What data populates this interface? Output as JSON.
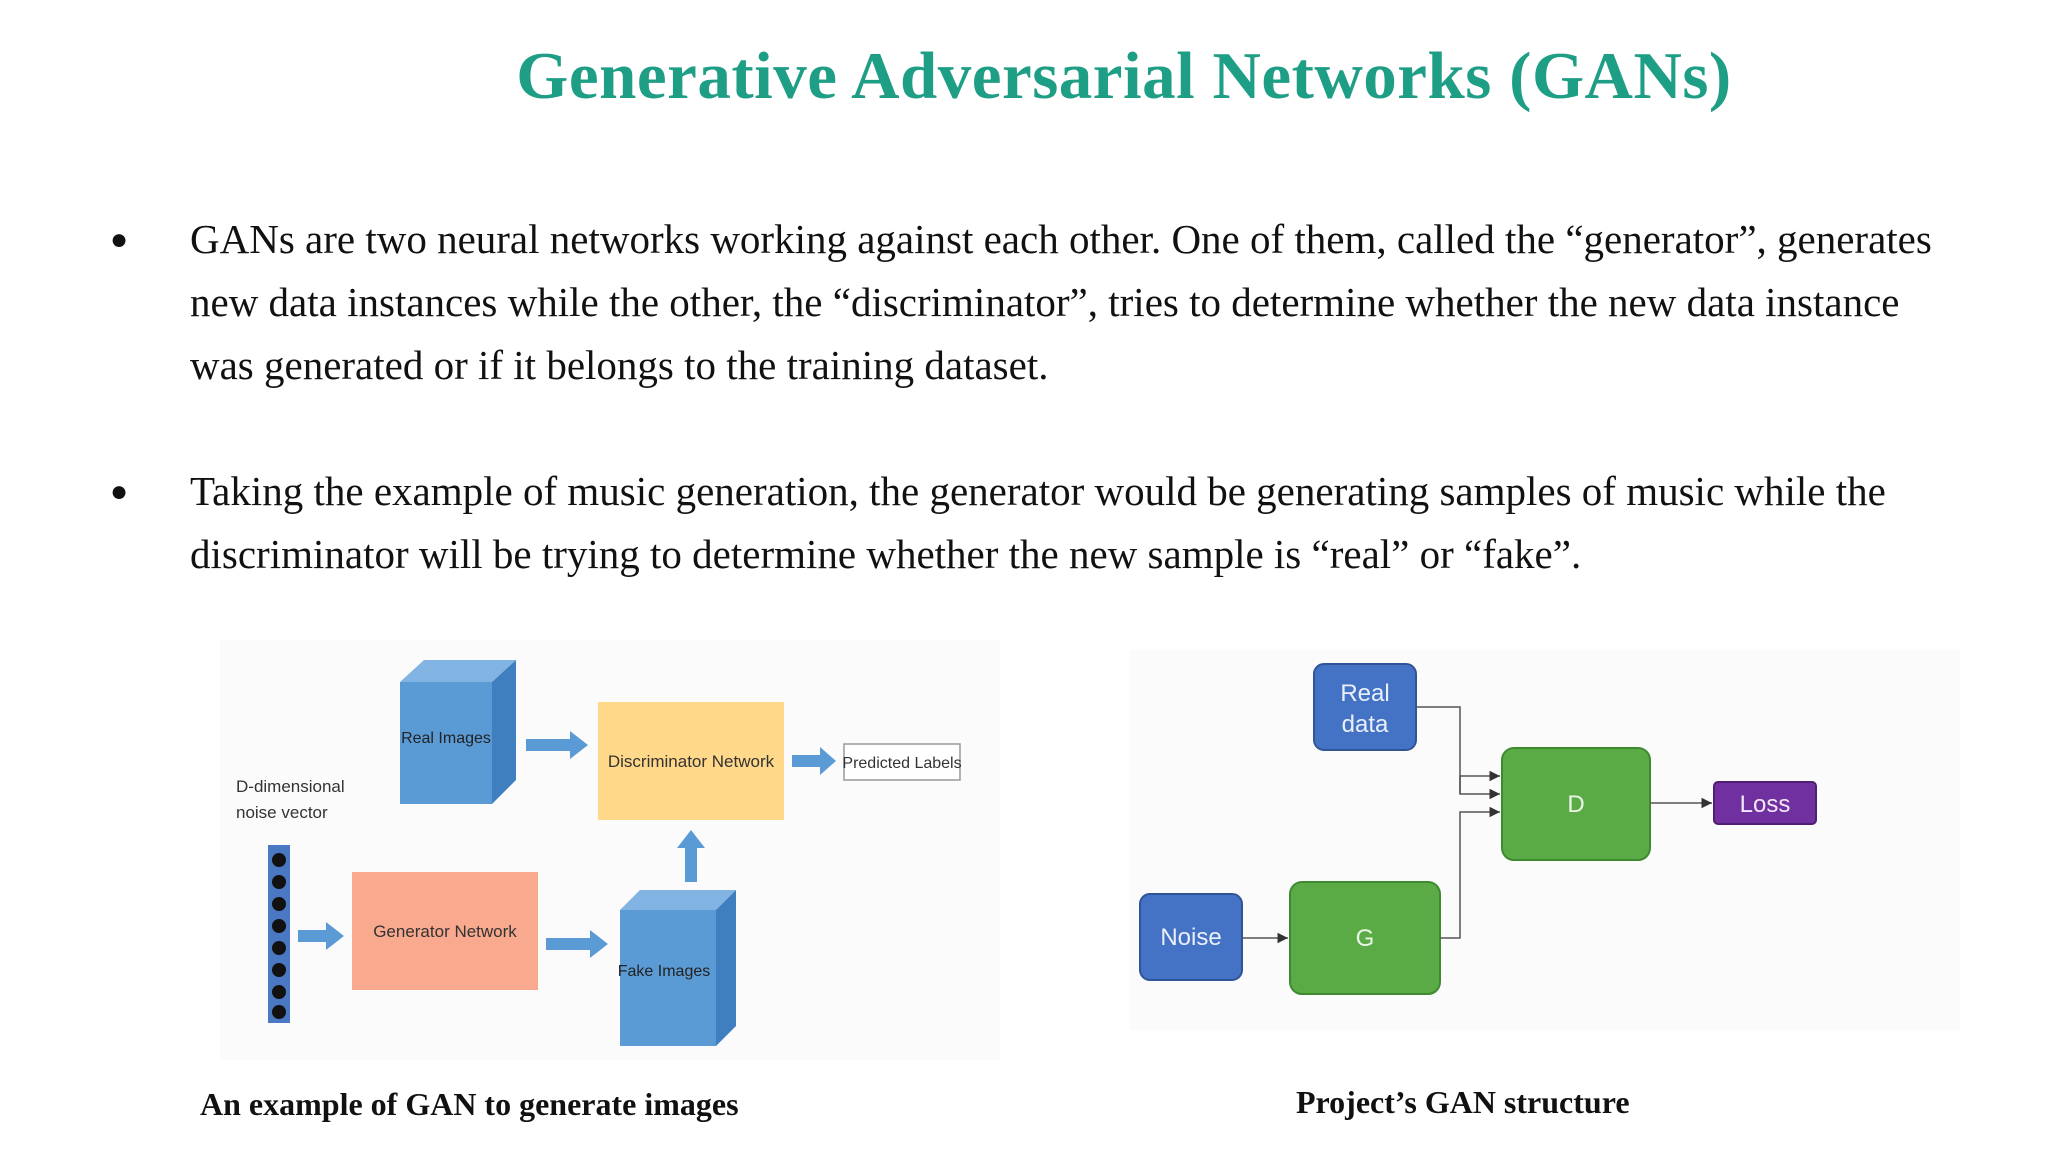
{
  "title": "Generative Adversarial  Networks (GANs)",
  "bullets": [
    "GANs are two neural networks working against each other. One of them, called the “generator”, generates new data instances while the other, the “discriminator”, tries to determine whether the new data instance was generated or if it belongs to the training dataset.",
    " Taking the example of music generation, the generator would be generating samples of music while the discriminator will be trying to determine whether the new sample is “real” or “fake”."
  ],
  "bullet_symbol": "●",
  "left_diagram": {
    "noise_label_line1": "D-dimensional",
    "noise_label_line2": "noise vector",
    "real_images": "Real Images",
    "discriminator": "Discriminator Network",
    "predicted": "Predicted Labels",
    "generator": "Generator Network",
    "fake_images": "Fake Images",
    "caption": "An example of GAN to generate images"
  },
  "right_diagram": {
    "real_line1": "Real",
    "real_line2": "data",
    "d": "D",
    "loss": "Loss",
    "noise": "Noise",
    "g": "G",
    "caption": "Project’s GAN structure"
  },
  "colors": {
    "title": "#1f9e86",
    "cube_blue": "#5b9bd5",
    "discriminator_fill": "#ffd88a",
    "generator_fill": "#f8a98e",
    "arrow_blue": "#5b9bd5",
    "box_blue": "#4472c4",
    "box_green": "#5aab46",
    "box_purple": "#7030a0"
  }
}
